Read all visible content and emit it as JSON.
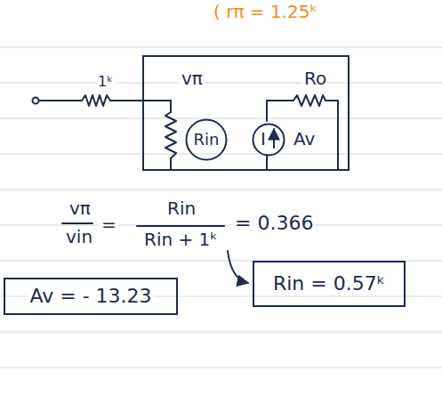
{
  "diagram": {
    "nodes": [
      {
        "text": [
          "vπ",
          "Ro",
          "Av"
        ]
      },
      {
        "text": [
          "Rin"
        ],
        "in": 0
      },
      {
        "text": [
          "I"
        ],
        "in": 0
      },
      {
        "text": [
          "Rin = 0.57ᵏ"
        ]
      },
      {
        "text": [
          "Av = - 13.23"
        ]
      }
    ],
    "labels": [
      "( rπ = 1.25ᵏ",
      "1ᵏ",
      "vπ",
      "vin",
      "=",
      "Rin",
      "Rin + 1ᵏ",
      "= 0.366"
    ]
  }
}
